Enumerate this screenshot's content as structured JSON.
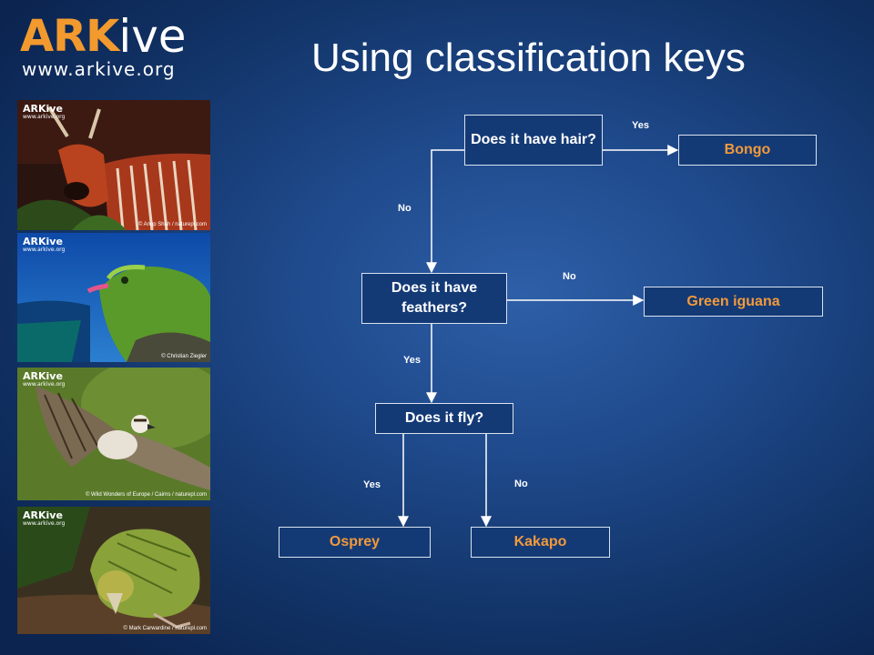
{
  "logo": {
    "brand_orange": "ARK",
    "brand_white": "ive",
    "url": "www.arkive.org"
  },
  "title": "Using classification keys",
  "photos": [
    {
      "subject": "bongo",
      "logo": "ARKive",
      "url": "www.arkive.org",
      "credit": "© Anup Shah / naturepl.com"
    },
    {
      "subject": "green-iguana",
      "logo": "ARKive",
      "url": "www.arkive.org",
      "credit": "© Christian Ziegler"
    },
    {
      "subject": "osprey",
      "logo": "ARKive",
      "url": "www.arkive.org",
      "credit": "© Wild Wonders of Europe / Cairns / naturepl.com"
    },
    {
      "subject": "kakapo",
      "logo": "ARKive",
      "url": "www.arkive.org",
      "credit": "© Mark Carwardine / naturepl.com"
    }
  ],
  "key": {
    "q1": "Does it have hair?",
    "q2": "Does it have feathers?",
    "q3": "Does it fly?",
    "a_bongo": "Bongo",
    "a_iguana": "Green iguana",
    "a_osprey": "Osprey",
    "a_kakapo": "Kakapo",
    "labels": {
      "q1_yes": "Yes",
      "q1_no": "No",
      "q2_no": "No",
      "q2_yes": "Yes",
      "q3_yes": "Yes",
      "q3_no": "No"
    }
  },
  "colors": {
    "accent_orange": "#f29a3a",
    "background": "#1f4a8c",
    "box_border": "#d9e2ee"
  }
}
